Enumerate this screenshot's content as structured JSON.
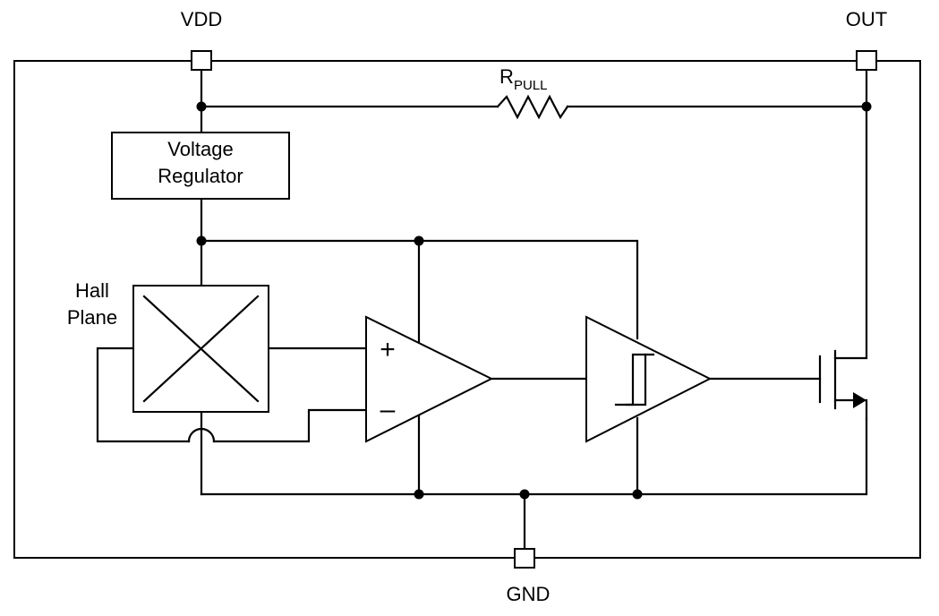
{
  "pins": {
    "vdd": "VDD",
    "out": "OUT",
    "gnd": "GND"
  },
  "resistor": {
    "label_main": "R",
    "label_sub": "PULL"
  },
  "regulator": {
    "line1": "Voltage",
    "line2": "Regulator"
  },
  "hall": {
    "line1": "Hall",
    "line2": "Plane"
  },
  "amplifier": {
    "plus": "+",
    "minus": "–"
  },
  "colors": {
    "stroke": "#000000",
    "background": "#ffffff"
  }
}
